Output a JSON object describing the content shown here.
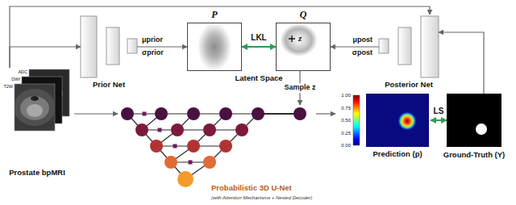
{
  "diagram": {
    "nodes": [
      {
        "text": [
          "Prostate bpMRI"
        ]
      },
      {
        "text": [
          "Prior Net"
        ]
      },
      {
        "text": [
          "P"
        ]
      },
      {
        "text": [
          "Q",
          "z"
        ]
      },
      {
        "text": [
          "Posterior Net"
        ]
      },
      {
        "text": [
          "Probabilistic 3D U-Net",
          "(with Attention Mechanisms + Nested Decoder)"
        ]
      },
      {
        "text": [
          "Prediction (p)"
        ]
      },
      {
        "text": [
          "Ground-Truth (Y)"
        ]
      }
    ],
    "edges": [
      {
        "from": 0,
        "to": 1,
        "arrow": "to"
      },
      {
        "from": 0,
        "to": 4,
        "arrow": "to"
      },
      {
        "from": 0,
        "to": 5,
        "arrow": "to"
      },
      {
        "from": 1,
        "to": 2,
        "arrow": "to"
      },
      {
        "from": 4,
        "to": 3,
        "arrow": "to"
      },
      {
        "from": 2,
        "to": 3,
        "label": "LKL",
        "arrow": "both"
      },
      {
        "from": 3,
        "to": 5,
        "label": "Sample z",
        "arrow": "to"
      },
      {
        "from": 5,
        "to": 6,
        "arrow": "to"
      },
      {
        "from": 6,
        "to": 7,
        "label": "LS",
        "arrow": "both"
      },
      {
        "from": 7,
        "to": 4,
        "arrow": "to"
      }
    ],
    "labels": [
      "ADC",
      "DWI",
      "T2W",
      "μprior",
      "σprior",
      "Latent Space",
      "μpost",
      "σpost",
      "1.00",
      "0.75",
      "0.50",
      "0.25",
      "0.00"
    ]
  }
}
